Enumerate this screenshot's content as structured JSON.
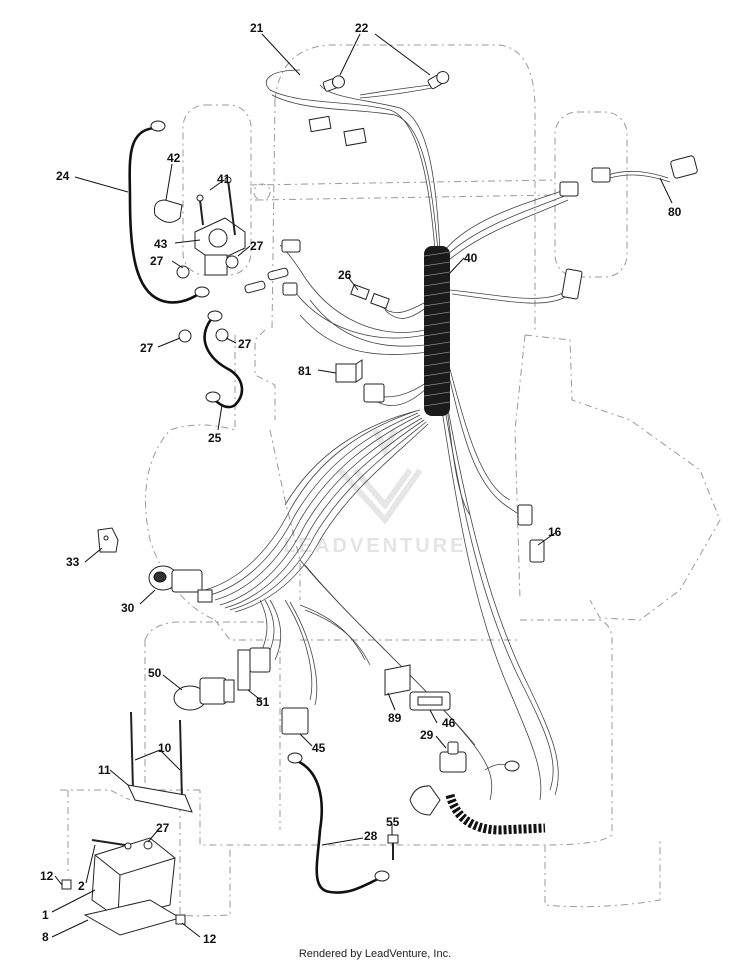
{
  "watermark": {
    "text": "LEADVENTURE"
  },
  "footer": {
    "text": "Rendered by LeadVenture, Inc."
  },
  "callouts": [
    {
      "id": "c21",
      "text": "21"
    },
    {
      "id": "c22",
      "text": "22"
    },
    {
      "id": "c24",
      "text": "24"
    },
    {
      "id": "c42",
      "text": "42"
    },
    {
      "id": "c41",
      "text": "41"
    },
    {
      "id": "c43",
      "text": "43"
    },
    {
      "id": "c27a",
      "text": "27"
    },
    {
      "id": "c27b",
      "text": "27"
    },
    {
      "id": "c27c",
      "text": "27"
    },
    {
      "id": "c27d",
      "text": "27"
    },
    {
      "id": "c27e",
      "text": "27"
    },
    {
      "id": "c80",
      "text": "80"
    },
    {
      "id": "c40",
      "text": "40"
    },
    {
      "id": "c26",
      "text": "26"
    },
    {
      "id": "c81",
      "text": "81"
    },
    {
      "id": "c25",
      "text": "25"
    },
    {
      "id": "c16",
      "text": "16"
    },
    {
      "id": "c33",
      "text": "33"
    },
    {
      "id": "c30",
      "text": "30"
    },
    {
      "id": "c50",
      "text": "50"
    },
    {
      "id": "c51",
      "text": "51"
    },
    {
      "id": "c89",
      "text": "89"
    },
    {
      "id": "c46",
      "text": "46"
    },
    {
      "id": "c29",
      "text": "29"
    },
    {
      "id": "c10",
      "text": "10"
    },
    {
      "id": "c11",
      "text": "11"
    },
    {
      "id": "c45",
      "text": "45"
    },
    {
      "id": "c55",
      "text": "55"
    },
    {
      "id": "c28",
      "text": "28"
    },
    {
      "id": "c2",
      "text": "2"
    },
    {
      "id": "c12a",
      "text": "12"
    },
    {
      "id": "c1",
      "text": "1"
    },
    {
      "id": "c8",
      "text": "8"
    },
    {
      "id": "c12b",
      "text": "12"
    }
  ]
}
